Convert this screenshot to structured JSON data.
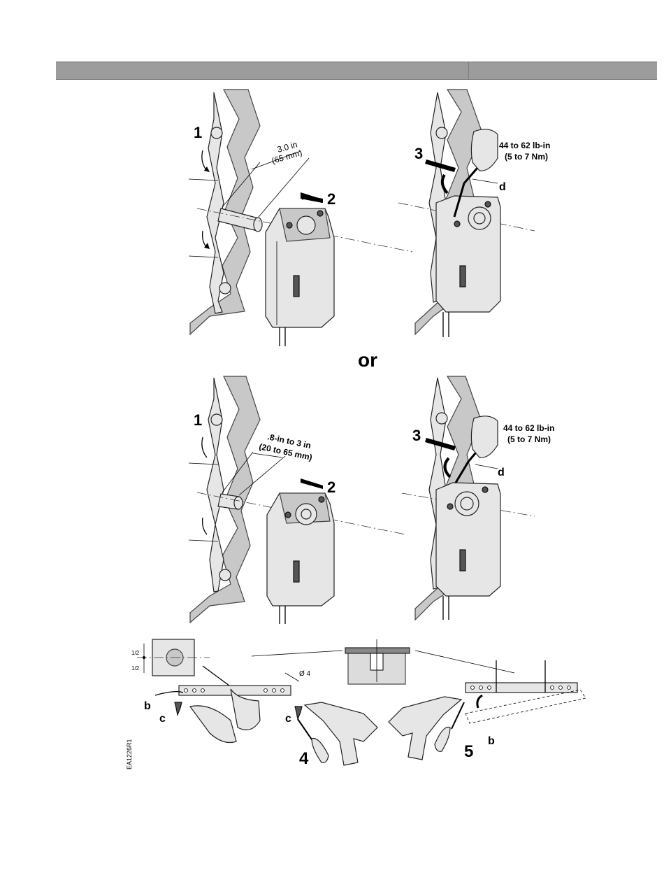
{
  "panel_top_left": {
    "step1": "1",
    "step2": "2",
    "dim_line1": "3.0 in",
    "dim_line2": "(65 mm)"
  },
  "panel_top_right": {
    "step3": "3",
    "torque_line1": "44 to 62 lb-in",
    "torque_line2": "(5 to 7 Nm)",
    "part_d": "d"
  },
  "separator": {
    "or": "or"
  },
  "panel_mid_left": {
    "step1": "1",
    "step2": "2",
    "dim_line1": ".8-in to 3 in",
    "dim_line2": "(20 to 65 mm)"
  },
  "panel_mid_right": {
    "step3": "3",
    "torque_line1": "44 to 62 lb-in",
    "torque_line2": "(5 to 7 Nm)",
    "part_d": "d"
  },
  "panel_bottom": {
    "half_top": "1/2",
    "half_bottom": "1/2",
    "diameter": "Ø 4",
    "part_b_left": "b",
    "part_c_left": "c",
    "part_c_right": "c",
    "step4": "4",
    "step5": "5",
    "part_b_right": "b",
    "code": "EA1226R1"
  }
}
